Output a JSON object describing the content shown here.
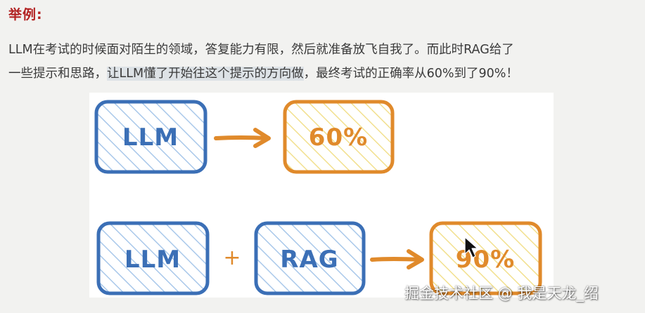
{
  "heading": "举例:",
  "paragraph": {
    "line1": "LLM在考试的时候面对陌生的领域，答复能力有限，然后就准备放飞自我了。而此时RAG给了",
    "line2_before": "一些提示和思路，",
    "line2_highlight": "让LLM懂了开始往这个提示的方向做",
    "line2_after": "，最终考试的正确率从60%到了90%！"
  },
  "figure": {
    "row1": {
      "model": "LLM",
      "result": "60%"
    },
    "row2": {
      "model": "LLM",
      "plus": "+",
      "augment": "RAG",
      "result": "90%"
    }
  },
  "colors": {
    "heading": "#b22222",
    "blue_stroke": "#3b6fb6",
    "blue_hatch": "#a9c8ea",
    "orange_stroke": "#e08a2b",
    "orange_hatch": "#f2e08e",
    "highlight": "#dde2e6"
  },
  "icons": {
    "arrow": "arrow-right-icon",
    "cursor": "mouse-pointer-icon"
  },
  "watermark": "掘金技术社区 @ 我是天龙_绍"
}
